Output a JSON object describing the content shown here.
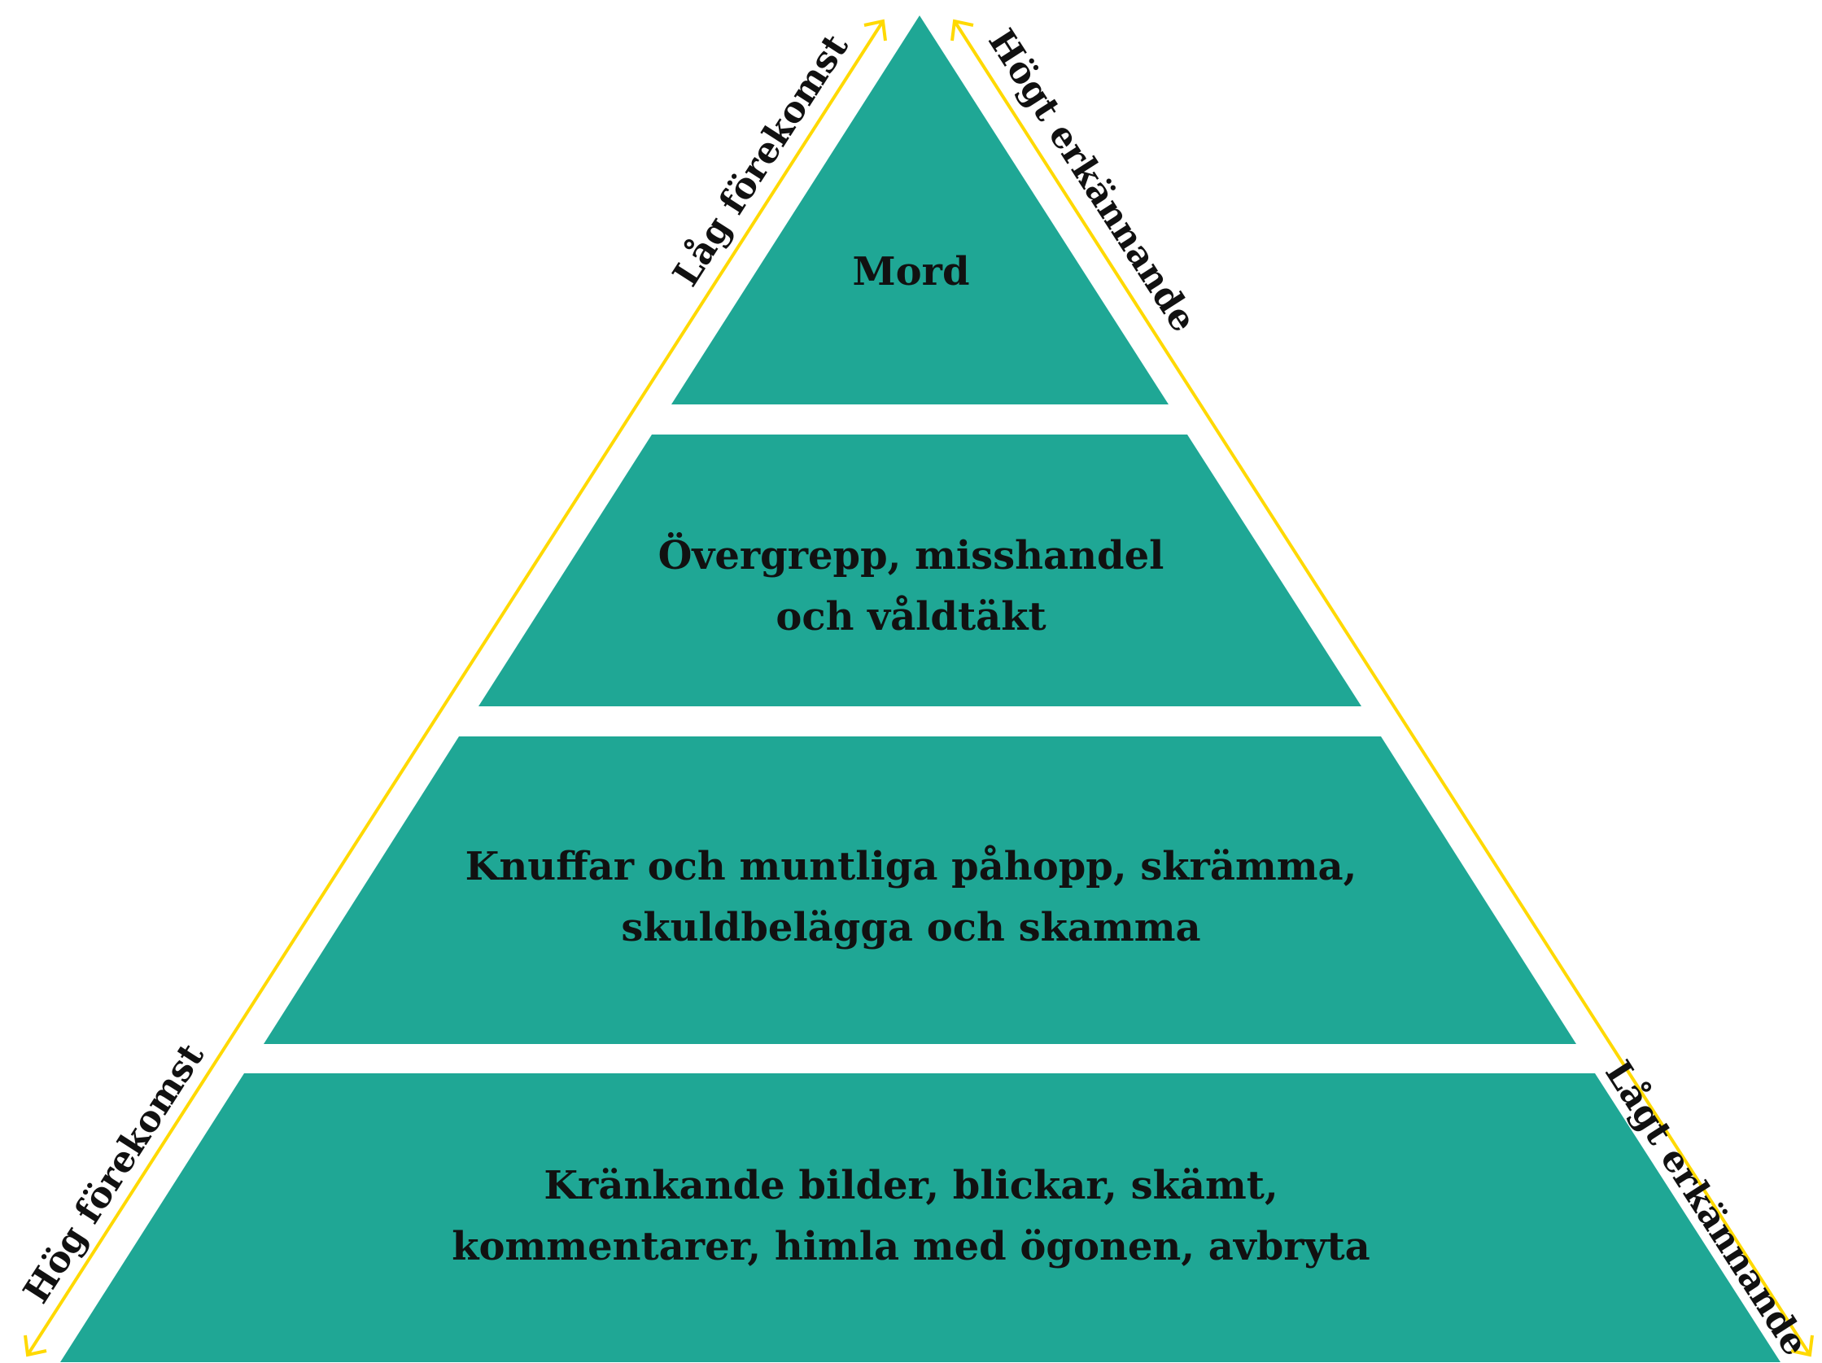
{
  "colors": {
    "tier": "#1fa795",
    "arrow": "#ffd900",
    "text": "#111111"
  },
  "tiers": [
    {
      "lines": [
        "Mord"
      ]
    },
    {
      "lines": [
        "Övergrepp, misshandel",
        "och våldtäkt"
      ]
    },
    {
      "lines": [
        "Knuffar och muntliga påhopp, skrämma,",
        "skuldbelägga och skamma"
      ]
    },
    {
      "lines": [
        "Kränkande bilder, blickar, skämt,",
        "kommentarer, himla med ögonen, avbryta"
      ]
    }
  ],
  "left_axis": {
    "top_label": "Låg förekomst",
    "bottom_label": "Hög förekomst"
  },
  "right_axis": {
    "top_label": "Högt erkännande",
    "bottom_label": "Lågt erkännande"
  }
}
